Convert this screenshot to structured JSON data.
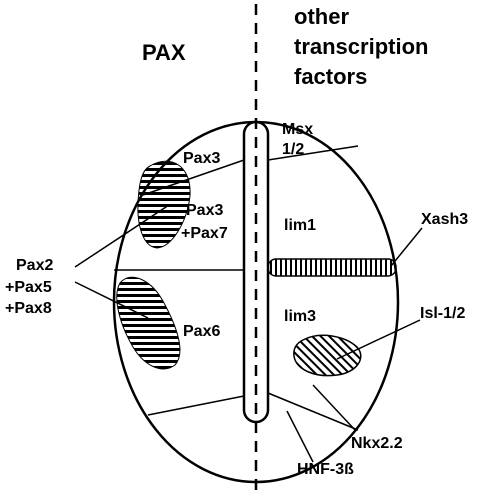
{
  "headers": {
    "left": "PAX",
    "right_line1": "other",
    "right_line2": "transcription",
    "right_line3": "factors"
  },
  "regions": {
    "pax3": "Pax3",
    "pax3_pax7_line1": "Pax3",
    "pax3_pax7_line2": "+Pax7",
    "pax6": "Pax6",
    "msx_line1": "Msx",
    "msx_line2": "1/2",
    "lim1": "lim1",
    "lim3": "lim3"
  },
  "callouts": {
    "pax258_line1": "Pax2",
    "pax258_line2": "+Pax5",
    "pax258_line3": "+Pax8",
    "xash3": "Xash3",
    "isl12": "Isl-1/2",
    "nkx22": "Nkx2.2",
    "hnf3b": "HNF-3ß"
  }
}
